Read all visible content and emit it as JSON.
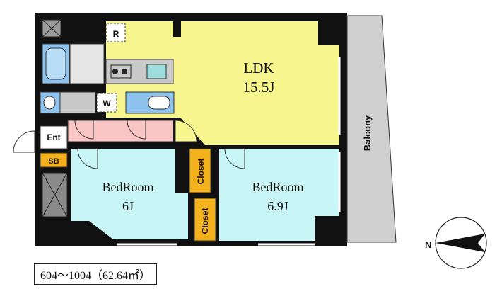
{
  "rooms": {
    "ldk": {
      "name": "LDK",
      "size": "15.5J"
    },
    "bedroom1": {
      "name": "BedRoom",
      "size": "6J"
    },
    "bedroom2": {
      "name": "BedRoom",
      "size": "6.9J"
    }
  },
  "labels": {
    "balcony": "Balcony",
    "closet1": "Closet",
    "closet2": "Closet",
    "entrance": "Ent",
    "shoe_box": "SB",
    "refrigerator": "R",
    "washer": "W"
  },
  "compass": {
    "label": "N"
  },
  "caption": "604～1004（62.64㎡）",
  "colors": {
    "ldk": "#f6f58e",
    "bedroom": "#c8f6f6",
    "hall": "#f8c4c4",
    "wet_area": "#8ec3ef",
    "balcony": "#cfcfcf",
    "closet": "#f3b21d",
    "wall": "#111111"
  }
}
